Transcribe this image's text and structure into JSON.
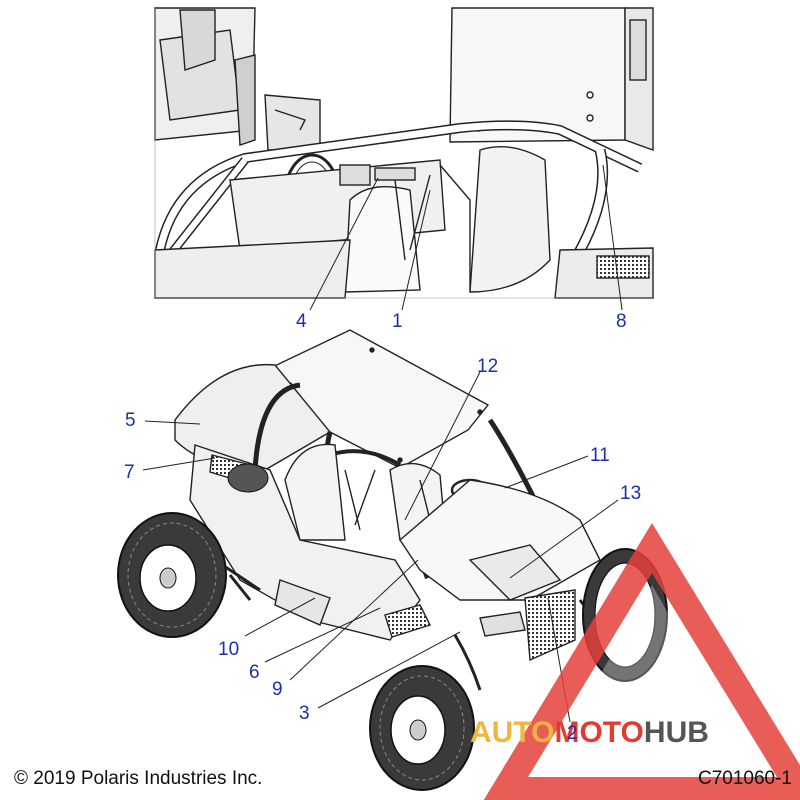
{
  "footer": {
    "copyright": "© 2019 Polaris Industries Inc.",
    "diagram_code": "C701060-1"
  },
  "watermark": {
    "part1": "AUTO",
    "part2": "MOTO",
    "part3": "HUB",
    "colors": {
      "auto": "#f2b640",
      "moto": "#e53a32",
      "hub": "#555555",
      "triangle": "#e5413a"
    }
  },
  "callouts": {
    "c1": "1",
    "c2": "2",
    "c3": "3",
    "c4": "4",
    "c5": "5",
    "c6": "6",
    "c7": "7",
    "c8": "8",
    "c9": "9",
    "c10": "10",
    "c11": "11",
    "c12": "12",
    "c13": "13"
  },
  "colors": {
    "callout": "#1d2fa8",
    "line": "#222222"
  }
}
